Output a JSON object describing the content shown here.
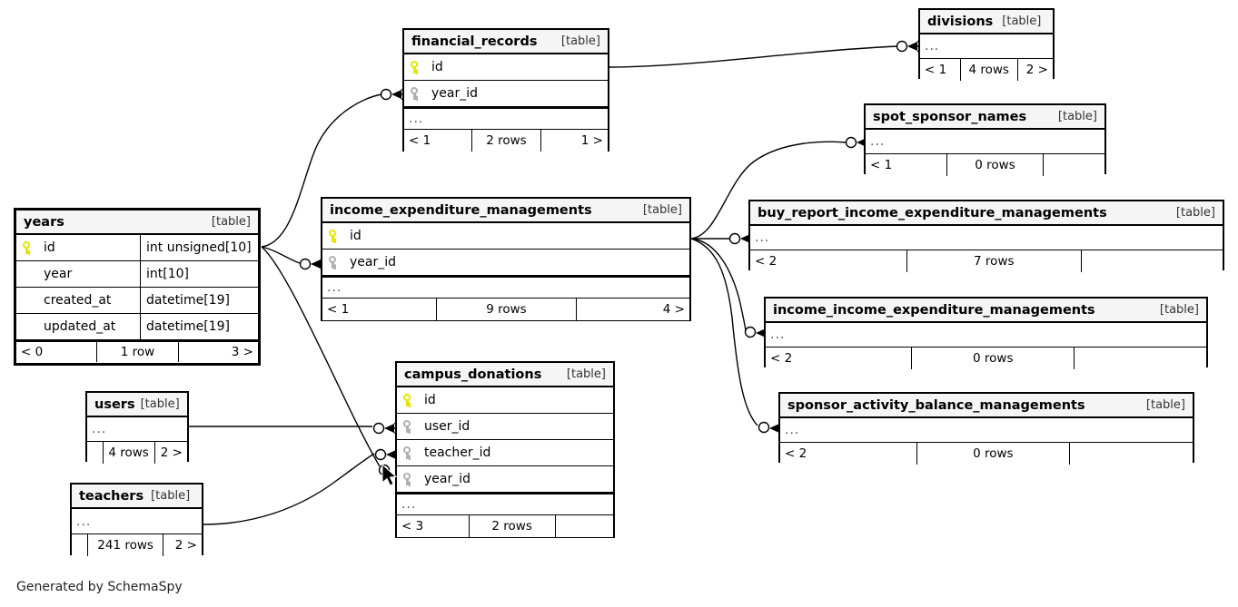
{
  "diagram": {
    "caption": "Generated by SchemaSpy",
    "table_tag": "[table]",
    "ellipsis": "...",
    "cursor_icon": "mouse-pointer-icon",
    "colors": {
      "background": "#ffffff",
      "border": "#000000",
      "header_fill": "#f5f5f5",
      "primary_key": "#e6e600",
      "foreign_key": "#b0b0b0"
    }
  },
  "tables": [
    {
      "id": "years",
      "name": "years",
      "tag": "[table]",
      "focal": true,
      "columns": [
        {
          "name": "id",
          "type": "int unsigned[10]",
          "key": "pk"
        },
        {
          "name": "year",
          "type": "int[10]",
          "key": "none"
        },
        {
          "name": "created_at",
          "type": "datetime[19]",
          "key": "none"
        },
        {
          "name": "updated_at",
          "type": "datetime[19]",
          "key": "none"
        }
      ],
      "has_ellipsis": false,
      "footer": {
        "left": "< 0",
        "mid": "1 row",
        "right": "3 >"
      }
    },
    {
      "id": "financial_records",
      "name": "financial_records",
      "tag": "[table]",
      "focal": false,
      "columns": [
        {
          "name": "id",
          "type": "",
          "key": "pk"
        },
        {
          "name": "year_id",
          "type": "",
          "key": "fk"
        }
      ],
      "has_ellipsis": true,
      "footer": {
        "left": "< 1",
        "mid": "2 rows",
        "right": "1 >"
      }
    },
    {
      "id": "divisions",
      "name": "divisions",
      "tag": "[table]",
      "focal": false,
      "columns": [],
      "has_ellipsis": true,
      "footer": {
        "left": "< 1",
        "mid": "4 rows",
        "right": "2 >"
      }
    },
    {
      "id": "spot_sponsor_names",
      "name": "spot_sponsor_names",
      "tag": "[table]",
      "focal": false,
      "columns": [],
      "has_ellipsis": true,
      "footer": {
        "left": "< 1",
        "mid": "0 rows",
        "right": ""
      }
    },
    {
      "id": "income_expenditure_managements",
      "name": "income_expenditure_managements",
      "tag": "[table]",
      "focal": false,
      "columns": [
        {
          "name": "id",
          "type": "",
          "key": "pk"
        },
        {
          "name": "year_id",
          "type": "",
          "key": "fk"
        }
      ],
      "has_ellipsis": true,
      "footer": {
        "left": "< 1",
        "mid": "9 rows",
        "right": "4 >"
      }
    },
    {
      "id": "buy_report_income_expenditure_managements",
      "name": "buy_report_income_expenditure_managements",
      "tag": "[table]",
      "focal": false,
      "columns": [],
      "has_ellipsis": true,
      "footer": {
        "left": "< 2",
        "mid": "7 rows",
        "right": ""
      }
    },
    {
      "id": "income_income_expenditure_managements",
      "name": "income_income_expenditure_managements",
      "tag": "[table]",
      "focal": false,
      "columns": [],
      "has_ellipsis": true,
      "footer": {
        "left": "< 2",
        "mid": "0 rows",
        "right": ""
      }
    },
    {
      "id": "sponsor_activity_balance_managements",
      "name": "sponsor_activity_balance_managements",
      "tag": "[table]",
      "focal": false,
      "columns": [],
      "has_ellipsis": true,
      "footer": {
        "left": "< 2",
        "mid": "0 rows",
        "right": ""
      }
    },
    {
      "id": "campus_donations",
      "name": "campus_donations",
      "tag": "[table]",
      "focal": false,
      "columns": [
        {
          "name": "id",
          "type": "",
          "key": "pk"
        },
        {
          "name": "user_id",
          "type": "",
          "key": "fk"
        },
        {
          "name": "teacher_id",
          "type": "",
          "key": "fk"
        },
        {
          "name": "year_id",
          "type": "",
          "key": "fk"
        }
      ],
      "has_ellipsis": true,
      "footer": {
        "left": "< 3",
        "mid": "2 rows",
        "right": ""
      }
    },
    {
      "id": "users",
      "name": "users",
      "tag": "[table]",
      "focal": false,
      "columns": [],
      "has_ellipsis": true,
      "footer": {
        "left": "",
        "mid": "4 rows",
        "right": "2 >"
      }
    },
    {
      "id": "teachers",
      "name": "teachers",
      "tag": "[table]",
      "focal": false,
      "columns": [],
      "has_ellipsis": true,
      "footer": {
        "left": "",
        "mid": "241 rows",
        "right": "2 >"
      }
    }
  ],
  "relationships": [
    {
      "from": "years",
      "to": "financial_records.year_id"
    },
    {
      "from": "years",
      "to": "income_expenditure_managements.year_id"
    },
    {
      "from": "years",
      "to": "campus_donations.year_id"
    },
    {
      "from": "financial_records",
      "to": "divisions"
    },
    {
      "from": "income_expenditure_managements",
      "to": "spot_sponsor_names"
    },
    {
      "from": "income_expenditure_managements",
      "to": "buy_report_income_expenditure_managements"
    },
    {
      "from": "income_expenditure_managements",
      "to": "income_income_expenditure_managements"
    },
    {
      "from": "income_expenditure_managements",
      "to": "sponsor_activity_balance_managements"
    },
    {
      "from": "users",
      "to": "campus_donations.user_id"
    },
    {
      "from": "teachers",
      "to": "campus_donations.teacher_id"
    }
  ]
}
